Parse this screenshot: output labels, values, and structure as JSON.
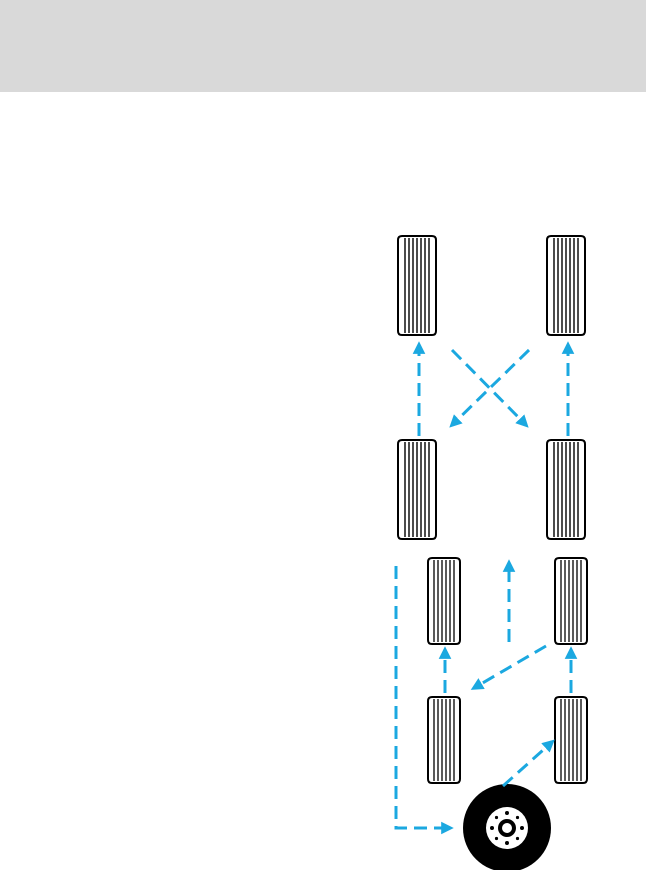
{
  "colors": {
    "header_band": "#d9d9d9",
    "arrow": "#1ba8e0",
    "tire_fill": "#ffffff",
    "tire_outline": "#000000",
    "spare_tire": "#000000",
    "wheel_hub": "#ffffff"
  },
  "diagrams": [
    {
      "name": "four-tire-x-rotation",
      "icons": [
        "tire-icon",
        "tire-icon",
        "tire-icon",
        "tire-icon"
      ],
      "arrows": [
        "straight-up-left",
        "straight-up-right",
        "diagonal-cross",
        "diagonal-cross"
      ]
    },
    {
      "name": "five-tire-rotation-with-spare",
      "icons": [
        "tire-icon",
        "tire-icon",
        "tire-icon",
        "tire-icon",
        "spare-tire-icon"
      ],
      "arrows": [
        "spare-to-rear-left",
        "rear-left-to-front-left",
        "front-right-to-rear-left",
        "rear-right-to-front-right",
        "spare-to-rear-right",
        "up-center"
      ]
    }
  ]
}
